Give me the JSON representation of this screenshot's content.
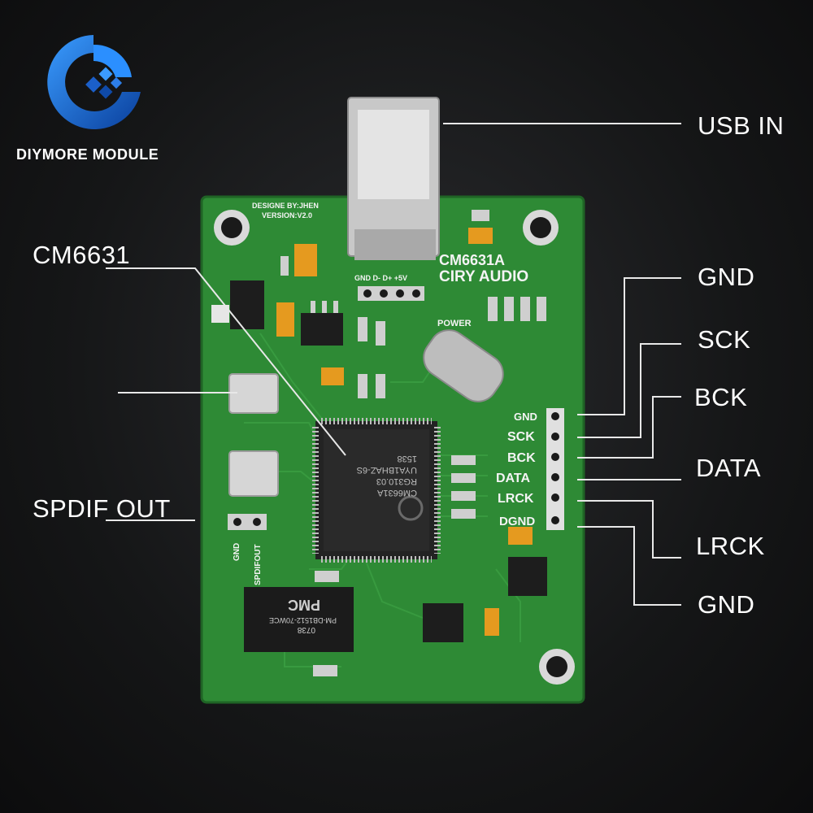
{
  "brand": {
    "name": "DIYMORE MODULE"
  },
  "callouts": {
    "usb_in": "USB IN",
    "cm6631": "CM6631",
    "spdif_out": "SPDIF OUT",
    "gnd_top": "GND",
    "sck": "SCK",
    "bck": "BCK",
    "data": "DATA",
    "lrck": "LRCK",
    "gnd_bottom": "GND"
  },
  "board": {
    "designer": "DESIGNE BY:JHEN",
    "version": "VERSION:V2.0",
    "model": "CM6631A",
    "brand": "CIRY AUDIO",
    "usb_pins": "GND D- D+ +5V",
    "power": "POWER",
    "header_pins": [
      "GND",
      "SCK",
      "BCK",
      "DATA",
      "LRCK",
      "DGND"
    ],
    "spdif_gnd": "GND",
    "spdif_label": "SPDIFOUT",
    "chip_lines": [
      "CM6631A",
      "RG310.03",
      "UYA1BHAZ-6S",
      "1538"
    ],
    "transformer_brand": "PMC",
    "transformer_code": "0738",
    "transformer_part": "PM-DB1512-70WCE"
  },
  "colors": {
    "pcb": "#2e8a35",
    "background": "#151617",
    "text": "#ffffff",
    "logo_blue": "#1e6fd6"
  }
}
